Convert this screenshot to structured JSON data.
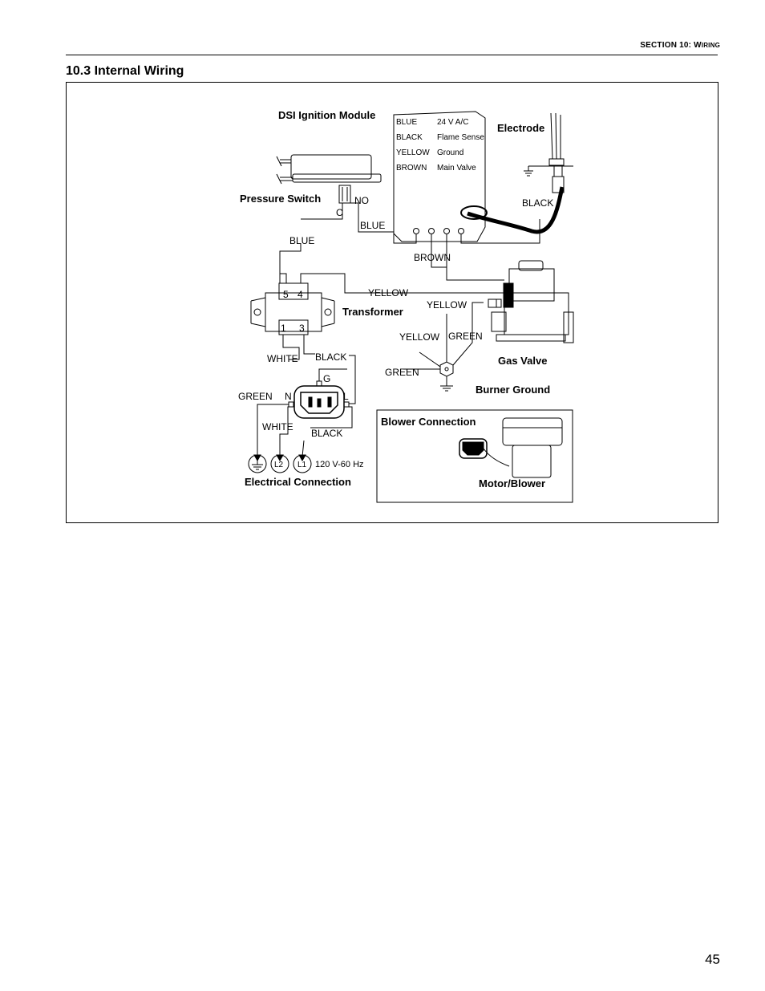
{
  "header": {
    "section": "SECTION 10: W",
    "section_smallcaps": "IRING"
  },
  "title": "10.3 Internal Wiring",
  "page_number": "45",
  "diagram": {
    "components": {
      "dsi_module": "DSI Ignition Module",
      "electrode": "Electrode",
      "pressure_switch": "Pressure Switch",
      "transformer": "Transformer",
      "gas_valve": "Gas Valve",
      "burner_ground": "Burner Ground",
      "blower_connection": "Blower Connection",
      "motor_blower": "Motor/Blower",
      "electrical_connection": "Electrical Connection"
    },
    "module_table": [
      {
        "wire": "BLUE",
        "function": "24 V A/C"
      },
      {
        "wire": "BLACK",
        "function": "Flame Sense"
      },
      {
        "wire": "YELLOW",
        "function": "Ground"
      },
      {
        "wire": "BROWN",
        "function": "Main Valve"
      }
    ],
    "wire_labels": {
      "blue_1": "BLUE",
      "blue_2": "BLUE",
      "black_electrode": "BLACK",
      "brown": "BROWN",
      "yellow_1": "YELLOW",
      "yellow_2": "YELLOW",
      "yellow_3": "YELLOW",
      "green_valve": "GREEN",
      "green_ground": "GREEN",
      "green_outlet": "GREEN",
      "white_1": "WHITE",
      "white_2": "WHITE",
      "black_1": "BLACK",
      "black_2": "BLACK"
    },
    "terminals": {
      "no": "NO",
      "c": "C",
      "t5": "5",
      "t4": "4",
      "t1": "1",
      "t3": "3",
      "g": "G",
      "n": "N",
      "l": "L",
      "l2": "L2",
      "l1": "L1"
    },
    "supply": "120 V-60 Hz"
  }
}
